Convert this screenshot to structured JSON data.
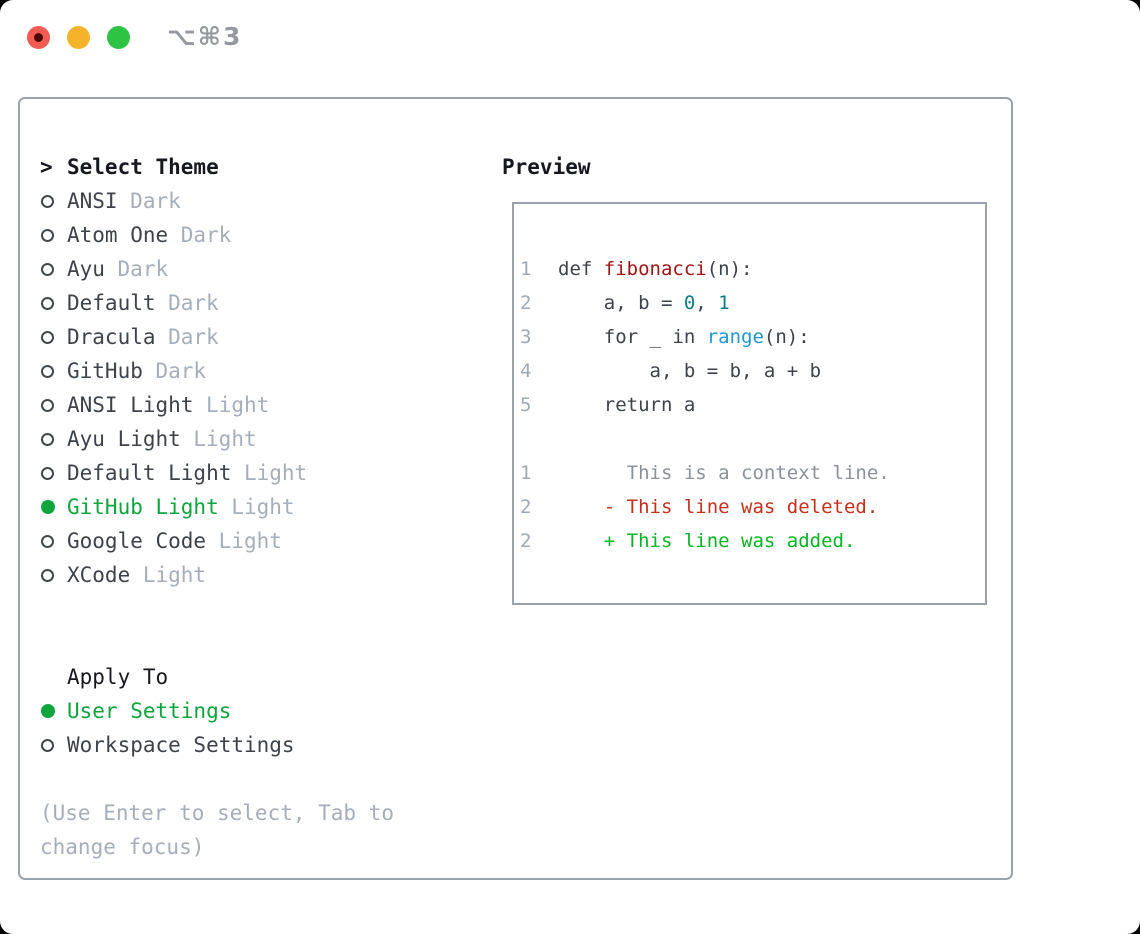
{
  "window": {
    "title": "⌥⌘3",
    "traffic_lights": [
      "close",
      "minimize",
      "zoom"
    ]
  },
  "colors": {
    "traffic_red": "#f25c54",
    "traffic_red_dot": "#4d0707",
    "traffic_yellow": "#f5b32c",
    "traffic_green": "#2ec342",
    "title_gray": "#95989c",
    "border": "#9aa2ac",
    "text_black": "#16181d",
    "text_dark": "#3e434a",
    "muted": "#a6aeb9",
    "line_number": "#a0a9b4",
    "context_gray": "#8b919b",
    "green": "#0fa53c",
    "green_added": "#07b424",
    "red_deleted": "#c5301c",
    "red_function": "#a31515",
    "teal_number": "#0d7d82",
    "blue_builtin": "#1e97d3"
  },
  "theme_panel": {
    "header": {
      "marker": ">",
      "label": "Select Theme"
    },
    "themes": [
      {
        "name": "ANSI",
        "variant": "Dark",
        "selected": false
      },
      {
        "name": "Atom One",
        "variant": "Dark",
        "selected": false
      },
      {
        "name": "Ayu",
        "variant": "Dark",
        "selected": false
      },
      {
        "name": "Default",
        "variant": "Dark",
        "selected": false
      },
      {
        "name": "Dracula",
        "variant": "Dark",
        "selected": false
      },
      {
        "name": "GitHub",
        "variant": "Dark",
        "selected": false
      },
      {
        "name": "ANSI Light",
        "variant": "Light",
        "selected": false
      },
      {
        "name": "Ayu Light",
        "variant": "Light",
        "selected": false
      },
      {
        "name": "Default Light",
        "variant": "Light",
        "selected": false
      },
      {
        "name": "GitHub Light",
        "variant": "Light",
        "selected": true
      },
      {
        "name": "Google Code",
        "variant": "Light",
        "selected": false
      },
      {
        "name": "XCode",
        "variant": "Light",
        "selected": false
      }
    ],
    "apply_to": {
      "label": "Apply To",
      "options": [
        {
          "name": "User Settings",
          "selected": true
        },
        {
          "name": "Workspace Settings",
          "selected": false
        }
      ]
    },
    "hint_lines": [
      "(Use Enter to select, Tab to",
      "change focus)"
    ]
  },
  "preview": {
    "label": "Preview",
    "lines": [
      {
        "num": "1",
        "tokens": [
          {
            "c": "plain",
            "t": "def "
          },
          {
            "c": "func",
            "t": "fibonacci"
          },
          {
            "c": "plain",
            "t": "(n):"
          }
        ]
      },
      {
        "num": "2",
        "tokens": [
          {
            "c": "plain",
            "t": "    a, b = "
          },
          {
            "c": "num",
            "t": "0"
          },
          {
            "c": "plain",
            "t": ", "
          },
          {
            "c": "num",
            "t": "1"
          }
        ]
      },
      {
        "num": "3",
        "tokens": [
          {
            "c": "plain",
            "t": "    for _ in "
          },
          {
            "c": "builtin",
            "t": "range"
          },
          {
            "c": "plain",
            "t": "(n):"
          }
        ]
      },
      {
        "num": "4",
        "tokens": [
          {
            "c": "plain",
            "t": "        a, b = b, a + b"
          }
        ]
      },
      {
        "num": "5",
        "tokens": [
          {
            "c": "plain",
            "t": "    return a"
          }
        ]
      },
      {
        "num": "",
        "tokens": []
      },
      {
        "num": "1",
        "tokens": [
          {
            "c": "ctx",
            "t": "      This is a context line."
          }
        ]
      },
      {
        "num": "2",
        "tokens": [
          {
            "c": "del",
            "t": "    - This line was deleted."
          }
        ]
      },
      {
        "num": "2",
        "tokens": [
          {
            "c": "add",
            "t": "    + This line was added."
          }
        ]
      }
    ]
  }
}
